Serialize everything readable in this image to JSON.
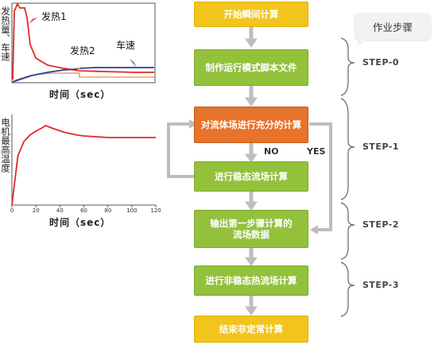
{
  "chart_data": [
    {
      "type": "line",
      "ylabel": "发热量、车速",
      "xlabel": "时间（sec）",
      "series": [
        {
          "name": "发热1",
          "color": "#e52828"
        },
        {
          "name": "发热2",
          "color": "#e8a070"
        },
        {
          "name": "车速",
          "color": "#2a3f9a"
        }
      ]
    },
    {
      "type": "line",
      "ylabel": "电机最高温度",
      "xlabel": "时间（sec）",
      "x_ticks": [
        "0",
        "20",
        "40",
        "60",
        "80",
        "100",
        "120"
      ],
      "xlim": [
        0,
        120
      ],
      "series": [
        {
          "color": "#e52828",
          "x": [
            0,
            5,
            10,
            15,
            20,
            25,
            28,
            35,
            45,
            55,
            60,
            70,
            80,
            90,
            100,
            110,
            120
          ],
          "y": [
            0,
            0.62,
            0.8,
            0.88,
            0.93,
            0.97,
            1.0,
            0.96,
            0.91,
            0.88,
            0.87,
            0.86,
            0.85,
            0.85,
            0.85,
            0.85,
            0.85
          ]
        }
      ]
    }
  ],
  "flow": {
    "steps": [
      {
        "label": "开始瞬间计算",
        "style": "yellow"
      },
      {
        "label": "制作运行模式脚本文件",
        "style": "green"
      },
      {
        "label": "对流体场进行充分的计算",
        "style": "orange"
      },
      {
        "label": "进行稳态流场计算",
        "style": "green"
      },
      {
        "label": "输出第一步骤计算的\n流场数据",
        "style": "green"
      },
      {
        "label": "进行非稳态热流场计算",
        "style": "green"
      },
      {
        "label": "结束非定常计算",
        "style": "yellow"
      }
    ],
    "no_label": "NO",
    "yes_label": "YES",
    "callout": "作业步骤",
    "step_groups": [
      "STEP-0",
      "STEP-1",
      "STEP-2",
      "STEP-3"
    ]
  },
  "colors": {
    "arrow": "#bdbdbd",
    "bracket": "#666666"
  }
}
